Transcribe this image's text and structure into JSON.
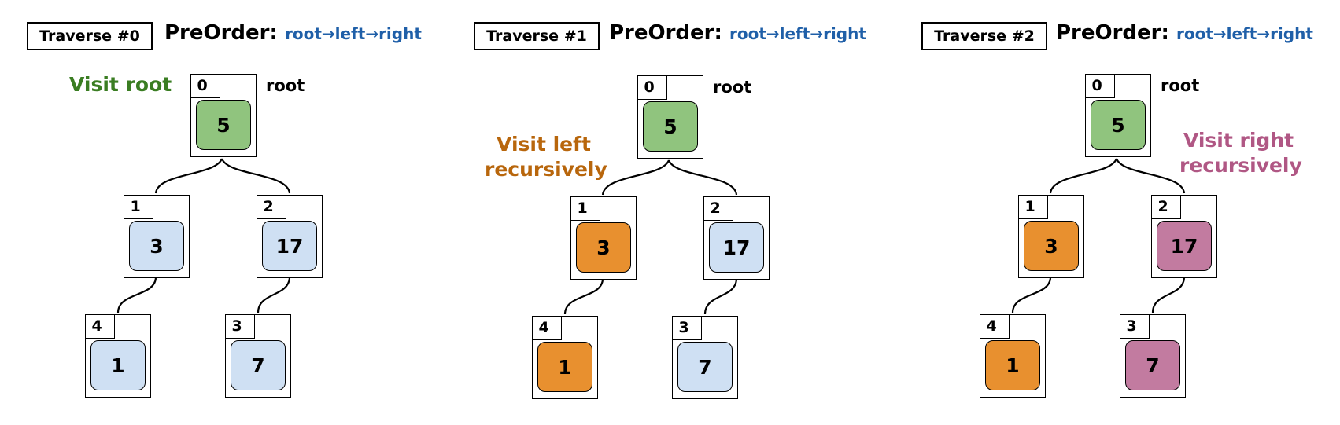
{
  "panels": [
    {
      "traverse_label": "Traverse #0",
      "preorder_label": "PreOrder:",
      "sequence": "root→left→right",
      "root_label": "root",
      "annotation": {
        "text": "Visit root",
        "color": "#3a7d22"
      },
      "nodes": [
        {
          "index": "0",
          "value": "5",
          "color": "green"
        },
        {
          "index": "1",
          "value": "3",
          "color": "blue"
        },
        {
          "index": "2",
          "value": "17",
          "color": "blue"
        },
        {
          "index": "4",
          "value": "1",
          "color": "blue"
        },
        {
          "index": "3",
          "value": "7",
          "color": "blue"
        }
      ]
    },
    {
      "traverse_label": "Traverse #1",
      "preorder_label": "PreOrder:",
      "sequence": "root→left→right",
      "root_label": "root",
      "annotation": {
        "text": "Visit left recursively",
        "color": "#b8660c"
      },
      "nodes": [
        {
          "index": "0",
          "value": "5",
          "color": "green"
        },
        {
          "index": "1",
          "value": "3",
          "color": "orange"
        },
        {
          "index": "2",
          "value": "17",
          "color": "blue"
        },
        {
          "index": "4",
          "value": "1",
          "color": "orange"
        },
        {
          "index": "3",
          "value": "7",
          "color": "blue"
        }
      ]
    },
    {
      "traverse_label": "Traverse #2",
      "preorder_label": "PreOrder:",
      "sequence": "root→left→right",
      "root_label": "root",
      "annotation": {
        "text": "Visit right recursively",
        "color": "#b05784"
      },
      "nodes": [
        {
          "index": "0",
          "value": "5",
          "color": "green"
        },
        {
          "index": "1",
          "value": "3",
          "color": "orange"
        },
        {
          "index": "2",
          "value": "17",
          "color": "pink"
        },
        {
          "index": "4",
          "value": "1",
          "color": "orange"
        },
        {
          "index": "3",
          "value": "7",
          "color": "pink"
        }
      ]
    }
  ],
  "colors": {
    "green": "#90c47e",
    "blue": "#cfe0f3",
    "orange": "#e8902f",
    "pink": "#c27ba0",
    "sequence_text": "#1f5fa8"
  }
}
